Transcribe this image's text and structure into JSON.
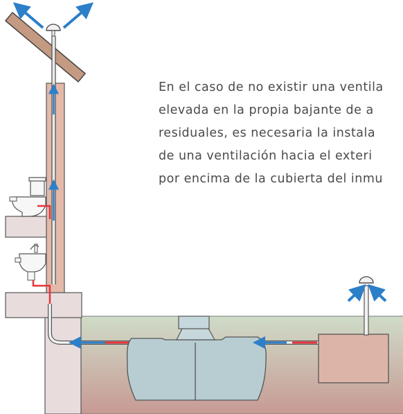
{
  "explanation": {
    "lines": [
      "En el caso de no existir una ventila",
      "elevada en la propia bajante de a",
      "residuales, es necesaria la instala",
      "de una ventilación hacia el exteri",
      "por encima de la cubierta del inmu"
    ]
  },
  "colors": {
    "airflow_arrow": "#2c7fc9",
    "waste_flow": "#e8343a",
    "wall": "#e3b9aa",
    "ground_top": "#cfdcc8",
    "ground_bottom": "#c79a94",
    "tank": "#b7cdd2",
    "roof": "#c49a82",
    "slab": "#e8dcdc"
  },
  "icons": [
    "roof-vent-cap-icon",
    "ground-vent-cap-icon",
    "toilet-icon",
    "washbasin-icon",
    "septic-tank-icon",
    "distribution-box-icon"
  ]
}
